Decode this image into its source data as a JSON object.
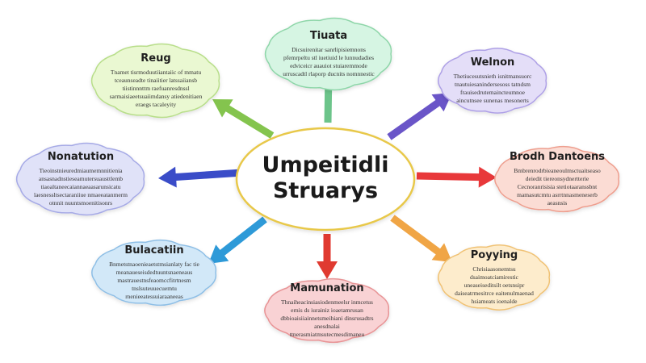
{
  "center": {
    "title_lines": [
      "Umpeitidli",
      "Struarys"
    ],
    "fill": "#ffffff",
    "stroke": "#e8c84a"
  },
  "nodes": [
    {
      "id": "top",
      "title": "Tiuata",
      "text": "Dicsuirenitar sanrlipisiemnons pfemrpeltu stl iuetiuid le lunnudadies edviceicr auauiot stuiaremmode urruscadtl rlaporp ducnits nomnnestic",
      "fill": "#d6f5e3",
      "stroke": "#8ed6a9",
      "arrow": "#6cc48a"
    },
    {
      "id": "top-left",
      "title": "Reug",
      "text": "Tnamet tisrmoduutiiantaiic of mmatu tceaunseadte tinaiitier latssaiiansb tiistinnnttm raefuanresdnssl sarmaisiaeetsuaiimdansy atiedenitiaen eraegs tacaleyity",
      "fill": "#eaf8d2",
      "stroke": "#b8de8a",
      "arrow": "#84c44e"
    },
    {
      "id": "top-right",
      "title": "Welnon",
      "text": "Thetiucesutsnieth isnitmansuorc tnautuiesanindersesoss tatndsm frauisedrutemaincteumnoe aincutnsee sunenas mesonerts",
      "fill": "#e4def8",
      "stroke": "#aea0e6",
      "arrow": "#6a55c8"
    },
    {
      "id": "right",
      "title": "Brodh Dantoens",
      "text": "Bmbrenrodrbieaneoulmsctuaitseaso deiedit tiereonsydnertterie Cecnoranrisisia stetiotaaranssbnt mamasutcmtu asrrtnnasmeneserb aeasnsis",
      "fill": "#fbdcd4",
      "stroke": "#ee9e8e",
      "arrow": "#e8383a"
    },
    {
      "id": "bottom-right",
      "title": "Poyying",
      "text": "Chrisiaasonemtsu dsaimoatciamirestic uneaseiseditsilt oetsnsipr daiseatrmesitrce eaitenulmaenad hsiameats ioenalde",
      "fill": "#fdeccc",
      "stroke": "#f0c274",
      "arrow": "#f0a545"
    },
    {
      "id": "bottom",
      "title": "Mamunation",
      "text": "Thnaiheacinsiasiodenmeelsr inmcetus ernis ds iurainiz ioaetamrusan dbbioaisiiainnetsmeihiani dinsrusadtrs anesdnalai ttnerasmiatmsutecmesdimaneu",
      "fill": "#f9d2d4",
      "stroke": "#e89496",
      "arrow": "#e03a30"
    },
    {
      "id": "bottom-left",
      "title": "Bulacatiin",
      "text": "Bnmetstnaoenieaetstmsianlaty fac tie meanaueseisdedtuuntsnaeneaus mastrauestnsfeaomccfitrtnesm tnslsuteuuecuemtu rnenieeatessuiaraaneeas",
      "fill": "#d2e8f8",
      "stroke": "#8fbfe6",
      "arrow": "#2e9ad8"
    },
    {
      "id": "left",
      "title": "Nonatution",
      "text": "Tieoinstnieuredmiaumemnnitienia ansasnadnstieseamutersuausttlemb tiaoaltaneecaiannaeaasarunsicatu laesnessltsectaraniiue nmaeeatanmerm otnnit nuuntsmoenitisonrs",
      "fill": "#e0e2f8",
      "stroke": "#a6aae6",
      "arrow": "#3a4cc8"
    }
  ]
}
